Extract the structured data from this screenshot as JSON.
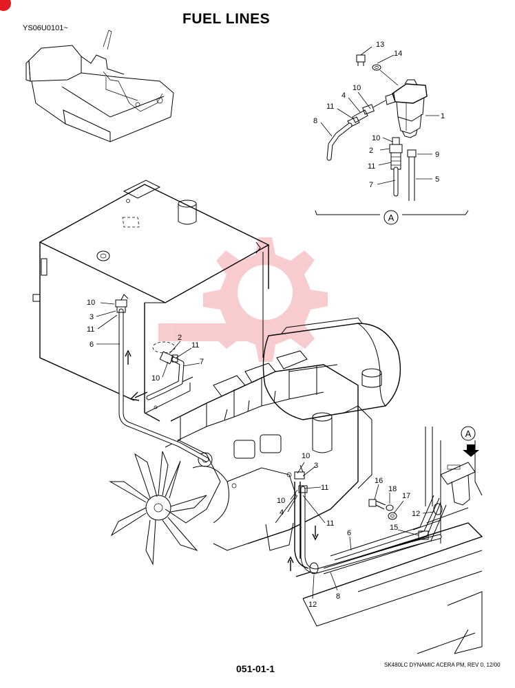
{
  "header": {
    "title": "FUEL LINES",
    "serial": "YS06U0101~"
  },
  "footer": {
    "page_number": "051-01-1",
    "doc_ref": "SK480LC DYNAMIC ACERA PM, REV 0, 12/00"
  },
  "detail": {
    "callout_letter": "A",
    "labels": [
      "13",
      "14",
      "10",
      "4",
      "11",
      "8",
      "1",
      "10",
      "2",
      "9",
      "11",
      "7",
      "5"
    ]
  },
  "main": {
    "callout_letter": "A",
    "labels": [
      "10",
      "3",
      "11",
      "6",
      "2",
      "11",
      "7",
      "10",
      "10",
      "3",
      "11",
      "10",
      "4",
      "11",
      "16",
      "18",
      "17",
      "12",
      "15",
      "6",
      "8",
      "12"
    ]
  }
}
